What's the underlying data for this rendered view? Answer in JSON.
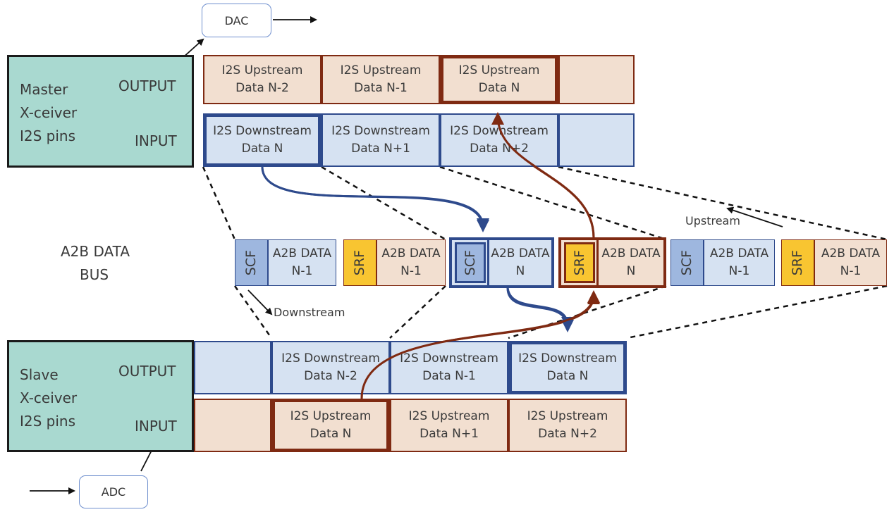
{
  "dac_box": "DAC",
  "adc_box": "ADC",
  "master": {
    "lines": [
      "Master",
      "X-ceiver",
      "I2S pins"
    ],
    "output_label": "OUTPUT",
    "input_label": "INPUT"
  },
  "slave": {
    "lines": [
      "Slave",
      "X-ceiver",
      "I2S pins"
    ],
    "output_label": "OUTPUT",
    "input_label": "INPUT"
  },
  "master_upstream_row": [
    {
      "l1": "I2S Upstream",
      "l2": "Data N-2"
    },
    {
      "l1": "I2S Upstream",
      "l2": "Data N-1"
    },
    {
      "l1": "I2S Upstream",
      "l2": "Data N"
    },
    {
      "l1": "",
      "l2": ""
    }
  ],
  "master_downstream_row": [
    {
      "l1": "I2S Downstream",
      "l2": "Data N"
    },
    {
      "l1": "I2S Downstream",
      "l2": "Data N+1"
    },
    {
      "l1": "I2S Downstream",
      "l2": "Data N+2"
    },
    {
      "l1": "",
      "l2": ""
    }
  ],
  "bus_label": [
    "A2B DATA",
    "BUS"
  ],
  "bus_frames": [
    {
      "tag": "SCF",
      "l1": "A2B DATA",
      "l2": "N-1"
    },
    {
      "tag": "SRF",
      "l1": "A2B DATA",
      "l2": "N-1"
    },
    {
      "tag": "SCF",
      "l1": "A2B DATA",
      "l2": "N"
    },
    {
      "tag": "SRF",
      "l1": "A2B DATA",
      "l2": "N"
    },
    {
      "tag": "SCF",
      "l1": "A2B DATA",
      "l2": "N-1"
    },
    {
      "tag": "SRF",
      "l1": "A2B DATA",
      "l2": "N-1"
    }
  ],
  "upstream_label": "Upstream",
  "downstream_label": "Downstream",
  "slave_downstream_row": [
    {
      "l1": "",
      "l2": ""
    },
    {
      "l1": "I2S Downstream",
      "l2": "Data N-2"
    },
    {
      "l1": "I2S Downstream",
      "l2": "Data N-1"
    },
    {
      "l1": "I2S Downstream",
      "l2": "Data N"
    }
  ],
  "slave_upstream_row": [
    {
      "l1": "",
      "l2": ""
    },
    {
      "l1": "I2S Upstream",
      "l2": "Data N"
    },
    {
      "l1": "I2S Upstream",
      "l2": "Data N+1"
    },
    {
      "l1": "I2S Upstream",
      "l2": "Data N+2"
    }
  ],
  "colors": {
    "teal": "#a9d9d0",
    "upstream_fill": "#f2dfd0",
    "upstream_border": "#7f2a12",
    "downstream_fill": "#d6e2f2",
    "downstream_border": "#2e4a8c",
    "scf_fill": "#9eb7df",
    "srf_fill": "#f8c531"
  }
}
